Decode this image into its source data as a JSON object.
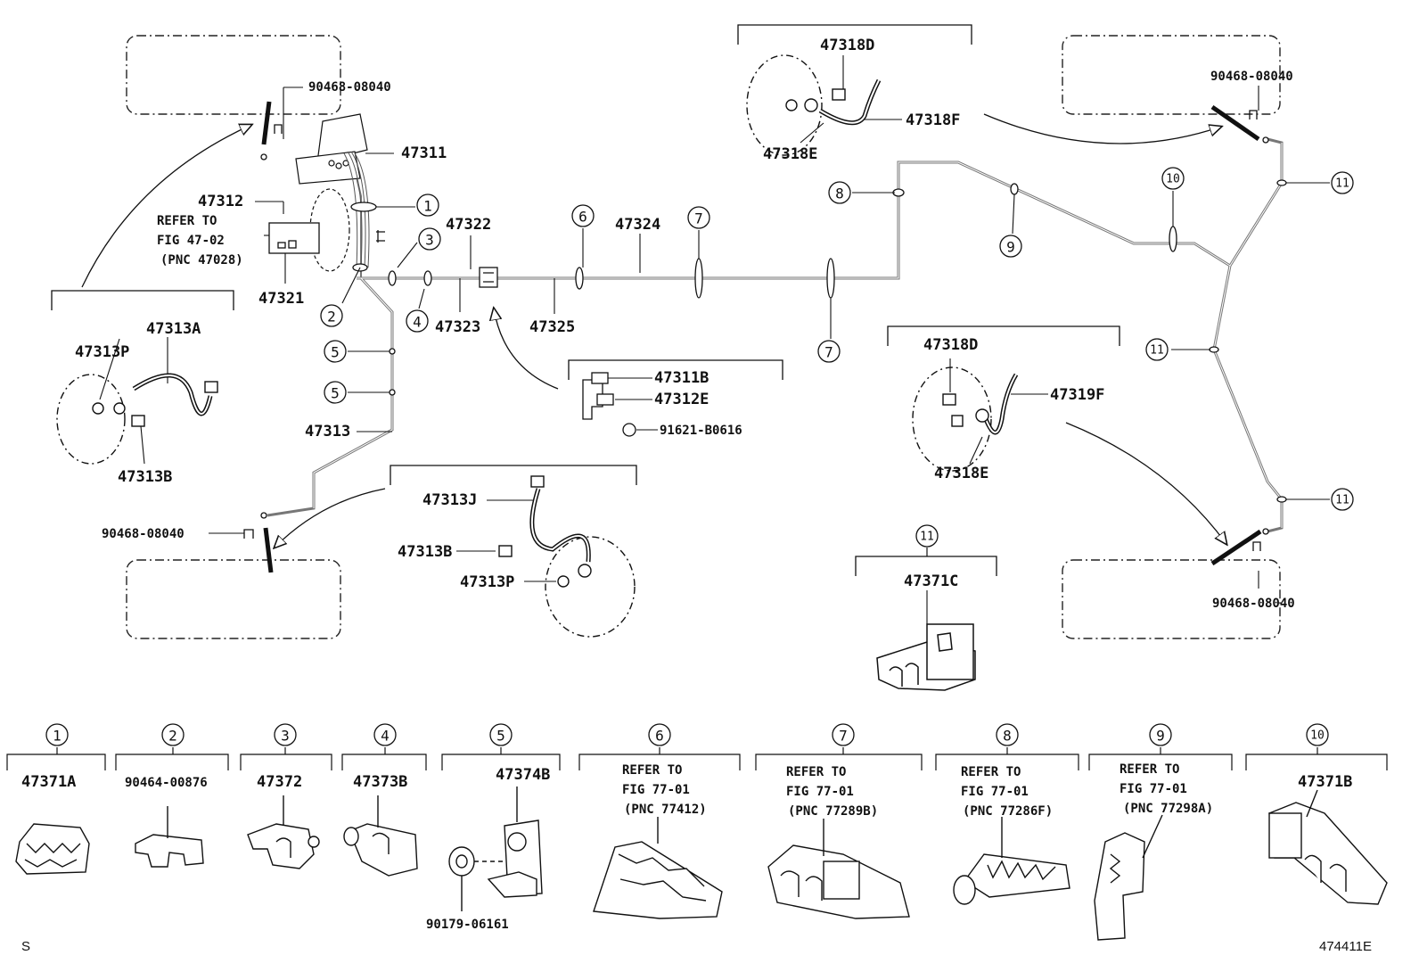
{
  "callouts": {
    "n1": "1",
    "n2": "2",
    "n3": "3",
    "n4": "4",
    "n5": "5",
    "n6": "6",
    "n7": "7",
    "n8": "8",
    "n9": "9",
    "n10": "10",
    "n11": "11"
  },
  "parts": {
    "p90468_tl": "90468-08040",
    "p47311": "47311",
    "p47312": "47312",
    "refer_a1": "REFER TO",
    "refer_a2": "FIG 47-02",
    "refer_a3": "(PNC 47028)",
    "p47321": "47321",
    "p47322": "47322",
    "p47323": "47323",
    "p47324": "47324",
    "p47325": "47325",
    "p47313A": "47313A",
    "p47313P_l": "47313P",
    "p47313B_l": "47313B",
    "p47313": "47313",
    "p90468_bl": "90468-08040",
    "p47313J": "47313J",
    "p47313B_c": "47313B",
    "p47313P_c": "47313P",
    "p47311B": "47311B",
    "p47312E": "47312E",
    "p91621": "91621-B0616",
    "p47318D_t": "47318D",
    "p47318F": "47318F",
    "p47318E_t": "47318E",
    "p90468_tr": "90468-08040",
    "p47318D_m": "47318D",
    "p47319F": "47319F",
    "p47318E_m": "47318E",
    "p47371C": "47371C",
    "p90468_br": "90468-08040"
  },
  "legend": [
    {
      "num": "1",
      "line1": "47371A"
    },
    {
      "num": "2",
      "line1": "90464-00876"
    },
    {
      "num": "3",
      "line1": "47372"
    },
    {
      "num": "4",
      "line1": "47373B"
    },
    {
      "num": "5",
      "line1": "47374B",
      "extra": "90179-06161"
    },
    {
      "num": "6",
      "line1": "REFER TO",
      "line2": "FIG 77-01",
      "line3": "(PNC 77412)"
    },
    {
      "num": "7",
      "line1": "REFER TO",
      "line2": "FIG 77-01",
      "line3": "(PNC 77289B)"
    },
    {
      "num": "8",
      "line1": "REFER TO",
      "line2": "FIG 77-01",
      "line3": "(PNC 77286F)"
    },
    {
      "num": "9",
      "line1": "REFER TO",
      "line2": "FIG 77-01",
      "line3": "(PNC 77298A)"
    },
    {
      "num": "10",
      "line1": "47371B"
    }
  ],
  "footer": {
    "left_mark": "S",
    "diagram_code": "474411E"
  },
  "colors": {
    "ink": "#111111",
    "harness": "#777777",
    "background": "#ffffff"
  }
}
